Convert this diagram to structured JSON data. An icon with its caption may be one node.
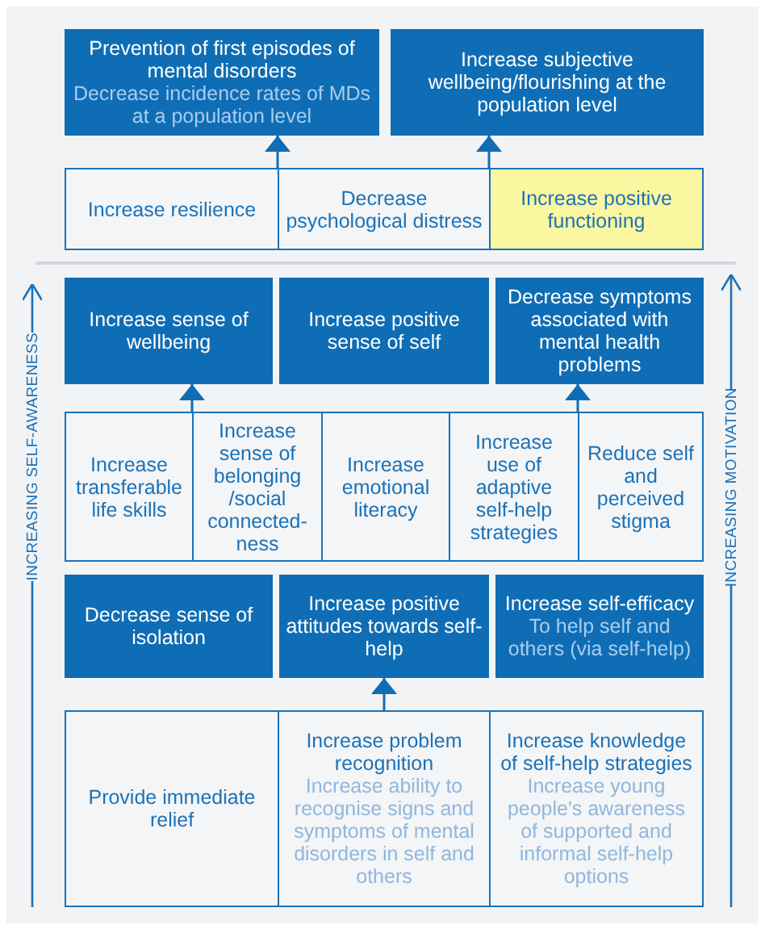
{
  "diagram": {
    "nodes": [
      {
        "text": [
          "Prevention of first episodes of mental disorders",
          "Decrease incidence rates of MDs at a population level"
        ]
      },
      {
        "text": [
          "Increase subjective wellbeing/flourishing at the population level"
        ]
      },
      {
        "text": [
          "Increase resilience"
        ]
      },
      {
        "text": [
          "Decrease psychological distress"
        ]
      },
      {
        "text": [
          "Increase positive functioning"
        ]
      },
      {
        "text": [
          "Increase sense of wellbeing"
        ]
      },
      {
        "text": [
          "Increase positive sense of self"
        ]
      },
      {
        "text": [
          "Decrease symptoms associated with mental health problems"
        ]
      },
      {
        "text": [
          "Increase transferable life skills"
        ]
      },
      {
        "text": [
          "Increase sense of belonging /social connected-ness"
        ]
      },
      {
        "text": [
          "Increase emotional literacy"
        ]
      },
      {
        "text": [
          "Increase use of adaptive self-help strategies"
        ]
      },
      {
        "text": [
          "Reduce self and perceived stigma"
        ]
      },
      {
        "text": [
          "Decrease sense of isolation"
        ]
      },
      {
        "text": [
          "Increase positive attitudes towards self-help"
        ]
      },
      {
        "text": [
          "Increase self-efficacy",
          "To help self and others (via self-help)"
        ]
      },
      {
        "text": [
          "Provide immediate relief"
        ]
      },
      {
        "text": [
          "Increase problem recognition",
          "Increase ability to recognise signs and symptoms of mental disorders in self and others"
        ]
      },
      {
        "text": [
          "Increase knowledge of self-help strategies",
          "Increase young people's awareness of supported and informal self-help options"
        ]
      }
    ],
    "edges": [
      {
        "from": 3,
        "to": 0,
        "arrow": "to"
      },
      {
        "from": 3,
        "to": 1,
        "arrow": "to"
      },
      {
        "from": 8,
        "to": 5,
        "arrow": "to"
      },
      {
        "from": 12,
        "to": 7,
        "arrow": "to"
      },
      {
        "from": 17,
        "to": 14,
        "arrow": "to"
      }
    ],
    "labels": [
      "INCREASING SELF-AWARENESS",
      "INCREASING MOTIVATION"
    ]
  }
}
